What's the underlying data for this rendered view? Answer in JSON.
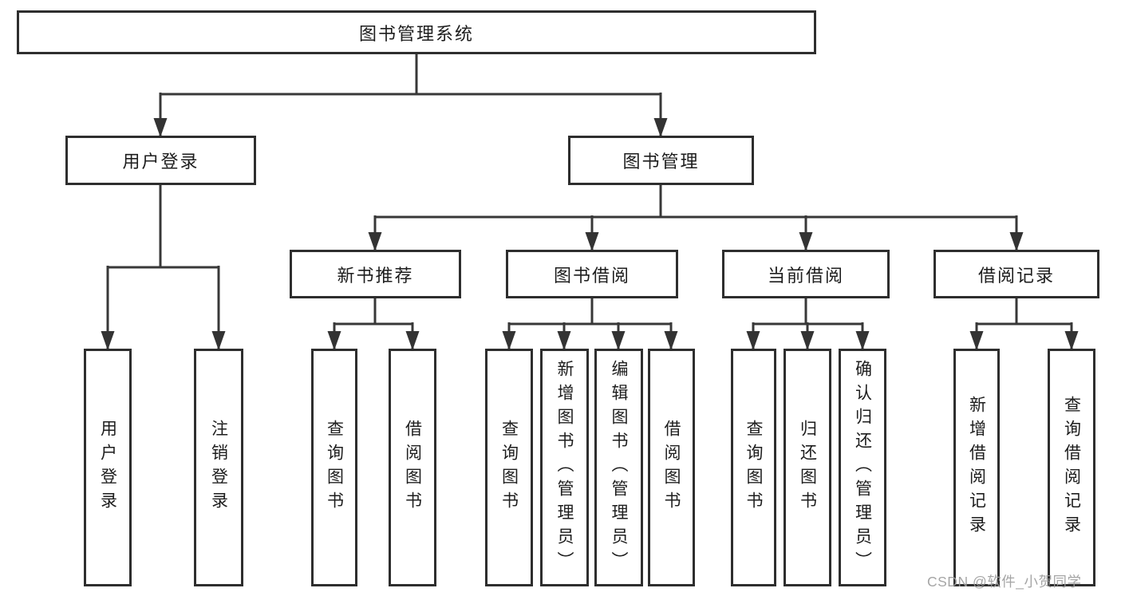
{
  "root": {
    "label": "图书管理系统"
  },
  "level2": {
    "user_login": "用户登录",
    "book_mgmt": "图书管理"
  },
  "level3": {
    "new_books": "新书推荐",
    "borrow": "图书借阅",
    "current": "当前借阅",
    "records": "借阅记录"
  },
  "leaves": {
    "user_login": "用户登录",
    "logout": "注销登录",
    "nb_query": "查询图书",
    "nb_borrow": "借阅图书",
    "bb_query": "查询图书",
    "bb_add": "新增图书（管理员）",
    "bb_edit": "编辑图书（管理员）",
    "bb_borrow": "借阅图书",
    "cb_query": "查询图书",
    "cb_return": "归还图书",
    "cb_confirm": "确认归还（管理员）",
    "rec_add": "新增借阅记录",
    "rec_query": "查询借阅记录"
  },
  "watermark": "CSDN @软件_小贺同学",
  "colors": {
    "background": "#ffffff",
    "line": "#383838",
    "box_border": "#2e2e2e",
    "text": "#1d1d1d",
    "watermark_text": "#9e9e9e"
  }
}
